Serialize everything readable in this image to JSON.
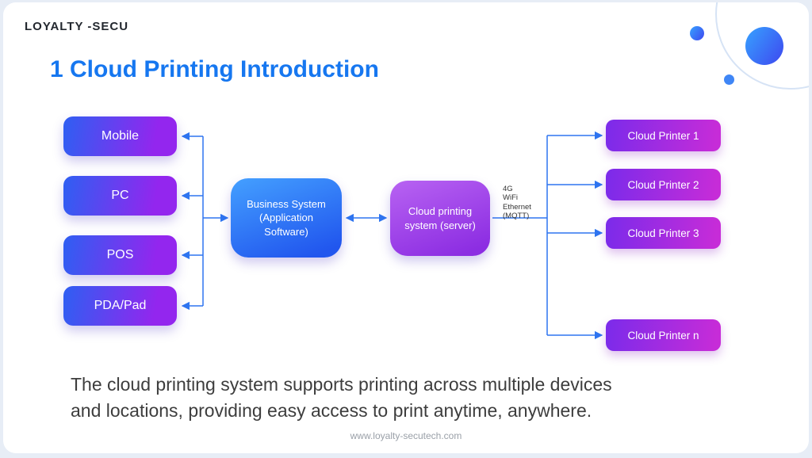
{
  "header": {
    "logo": "LOYALTY -SECU"
  },
  "title": "1 Cloud Printing Introduction",
  "diagram": {
    "devices": [
      {
        "label": "Mobile"
      },
      {
        "label": "PC"
      },
      {
        "label": "POS"
      },
      {
        "label": "PDA/Pad"
      }
    ],
    "business_system": "Business System\n(Application\nSoftware)",
    "cloud_system": "Cloud printing\nsystem (server)",
    "network_label": "4G\nWiFi\nEthernet\n(MQTT)",
    "printers": [
      {
        "label": "Cloud Printer 1"
      },
      {
        "label": "Cloud Printer 2"
      },
      {
        "label": "Cloud Printer 3"
      },
      {
        "label": "Cloud Printer n"
      }
    ]
  },
  "description": "The cloud printing system supports printing across multiple devices\nand locations, providing easy access to print anytime, anywhere.",
  "footer": "www.loyalty-secutech.com",
  "colors": {
    "title_blue": "#1677f0",
    "connector_blue": "#2e75f0",
    "device_gradient": [
      "#2e5ff2",
      "#9326ee"
    ],
    "business_gradient": [
      "#44a0ff",
      "#2156ee"
    ],
    "cloud_gradient": [
      "#b863f2",
      "#8c2de2"
    ],
    "printer_gradient": [
      "#7b2bea",
      "#c62cd8"
    ]
  }
}
